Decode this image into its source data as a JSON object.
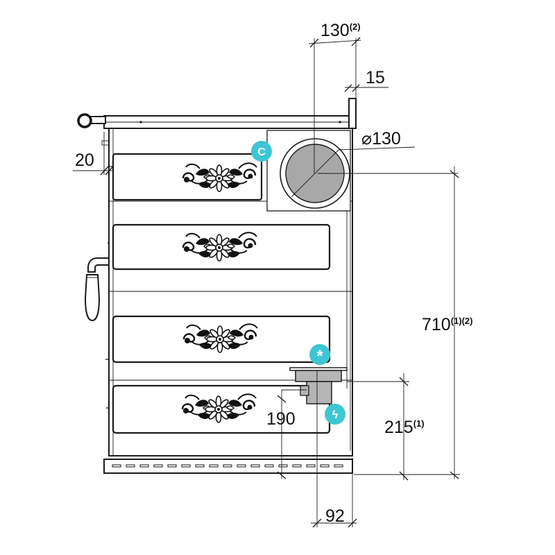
{
  "dimensions": {
    "flue_offset": {
      "value": "130",
      "note": "(2)"
    },
    "top_edge": {
      "value": "15"
    },
    "flue_diameter": {
      "prefix": "⌀",
      "value": "130"
    },
    "side_gap": {
      "value": "20"
    },
    "total_height": {
      "value": "710",
      "note": "(1)(2)"
    },
    "connection_depth": {
      "value": "190"
    },
    "connection_height": {
      "value": "215",
      "note": "(1)"
    },
    "rear_offset": {
      "value": "92"
    }
  },
  "badges": {
    "flue": {
      "letter": "C",
      "color": "#3ec6d2"
    },
    "water": {
      "symbol": "*",
      "color": "#3ec6d2"
    },
    "electric": {
      "symbol": "ϟ",
      "color": "#3ec6d2"
    }
  },
  "colors": {
    "flue_pipe": "#a8a8a8",
    "connector": "#b5b5b5",
    "lines": "#1a1a1a"
  }
}
